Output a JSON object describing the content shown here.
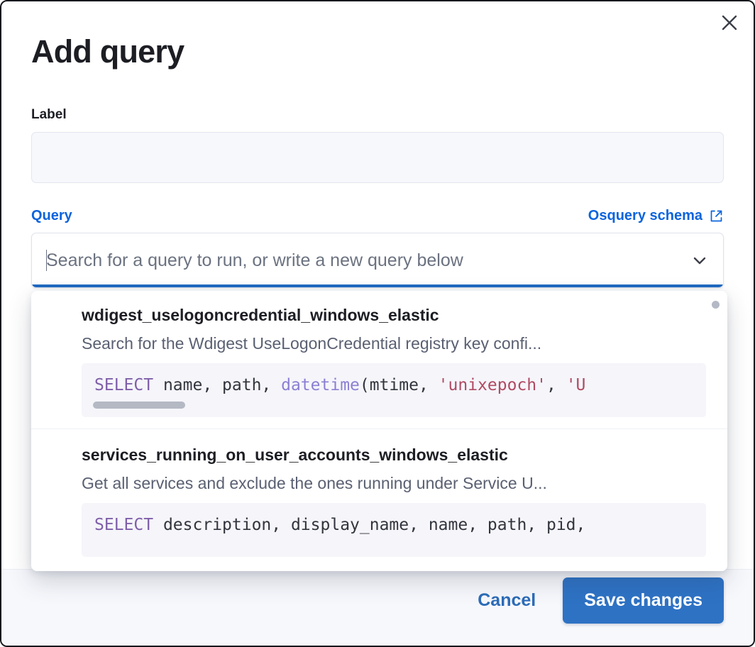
{
  "modal": {
    "title": "Add query",
    "close_icon": "close-icon"
  },
  "label_field": {
    "label": "Label",
    "value": "",
    "placeholder": ""
  },
  "query_field": {
    "legend": "Query",
    "schema_link": "Osquery schema",
    "schema_link_icon": "external-link-icon",
    "combobox": {
      "value": "",
      "placeholder": "Search for a query to run, or write a new query below",
      "chevron_icon": "chevron-down-icon"
    }
  },
  "dropdown": {
    "options": [
      {
        "title": "wdigest_uselogoncredential_windows_elastic",
        "description": "Search for the Wdigest UseLogonCredential registry key confi...",
        "code_tokens": [
          {
            "text": "SELECT",
            "type": "keyword"
          },
          {
            "text": " name, path, ",
            "type": "plain"
          },
          {
            "text": "datetime",
            "type": "function"
          },
          {
            "text": "(mtime, ",
            "type": "plain"
          },
          {
            "text": "'unixepoch'",
            "type": "string"
          },
          {
            "text": ", ",
            "type": "plain"
          },
          {
            "text": "'U",
            "type": "string"
          }
        ]
      },
      {
        "title": "services_running_on_user_accounts_windows_elastic",
        "description": "Get all services and exclude the ones running under Service U...",
        "code_tokens": [
          {
            "text": "SELECT",
            "type": "keyword"
          },
          {
            "text": " description, display_name, name, path, pid,",
            "type": "plain"
          }
        ]
      }
    ]
  },
  "footer": {
    "cancel_label": "Cancel",
    "save_label": "Save changes"
  },
  "colors": {
    "accent_blue": "#0b64dd",
    "button_blue": "#2e72c4",
    "focus_underline": "#1f6ac0",
    "title_dark": "#1d1e24",
    "muted_text": "#5a6072",
    "code_bg": "#f5f5fa",
    "keyword_purple": "#7f5fa8",
    "function_violet": "#8b7fd4",
    "string_crimson": "#b04a62"
  }
}
